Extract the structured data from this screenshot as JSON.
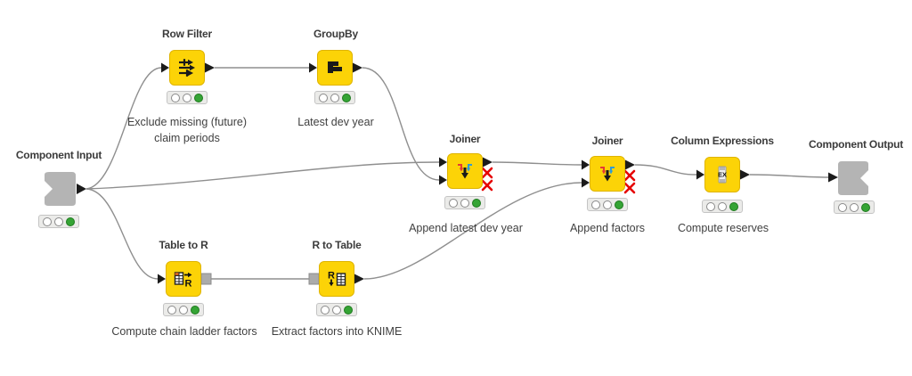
{
  "workflow": {
    "nodes": {
      "component_input": {
        "label": "Component Input",
        "description": "",
        "status": "executed"
      },
      "row_filter": {
        "label": "Row Filter",
        "description": "Exclude missing (future)\nclaim periods",
        "status": "executed"
      },
      "groupby": {
        "label": "GroupBy",
        "description": "Latest dev year",
        "status": "executed"
      },
      "joiner_1": {
        "label": "Joiner",
        "description": "Append latest dev year",
        "status": "executed"
      },
      "joiner_2": {
        "label": "Joiner",
        "description": "Append factors",
        "status": "executed"
      },
      "column_expressions": {
        "label": "Column Expressions",
        "description": "Compute reserves",
        "status": "executed"
      },
      "component_output": {
        "label": "Component Output",
        "description": "",
        "status": "executed"
      },
      "table_to_r": {
        "label": "Table to R",
        "description": "Compute chain ladder factors",
        "status": "executed"
      },
      "r_to_table": {
        "label": "R to Table",
        "description": "Extract factors into KNIME",
        "status": "executed"
      }
    },
    "connections": [
      {
        "from": "component_input",
        "to": "row_filter"
      },
      {
        "from": "component_input",
        "to": "joiner_1",
        "to_port": "input-top"
      },
      {
        "from": "component_input",
        "to": "table_to_r"
      },
      {
        "from": "row_filter",
        "to": "groupby"
      },
      {
        "from": "groupby",
        "to": "joiner_1",
        "to_port": "input-bottom"
      },
      {
        "from": "joiner_1",
        "to": "joiner_2",
        "to_port": "input-top"
      },
      {
        "from": "table_to_r",
        "to": "r_to_table"
      },
      {
        "from": "r_to_table",
        "to": "joiner_2",
        "to_port": "input-bottom"
      },
      {
        "from": "joiner_2",
        "to": "column_expressions"
      },
      {
        "from": "column_expressions",
        "to": "component_output"
      }
    ],
    "icons": {
      "row_filter": "row-filter-icon",
      "groupby": "groupby-icon",
      "joiner": "joiner-icon",
      "column_expressions": "column-expressions-icon",
      "table_to_r": "table-to-r-icon",
      "r_to_table": "r-to-table-icon",
      "component_input": "component-input-shape",
      "component_output": "component-output-shape"
    },
    "colors": {
      "node_yellow": "#fcd307",
      "node_border": "#dfb400",
      "component_gray": "#b4b4b4",
      "connection_gray": "#8f8f8f",
      "port_black": "#1b1b1b",
      "r_port_gray": "#ababab",
      "status_green": "#35a435",
      "inactive_port_red": "#e60000"
    },
    "traffic_light_states": [
      "off",
      "off",
      "on"
    ]
  }
}
